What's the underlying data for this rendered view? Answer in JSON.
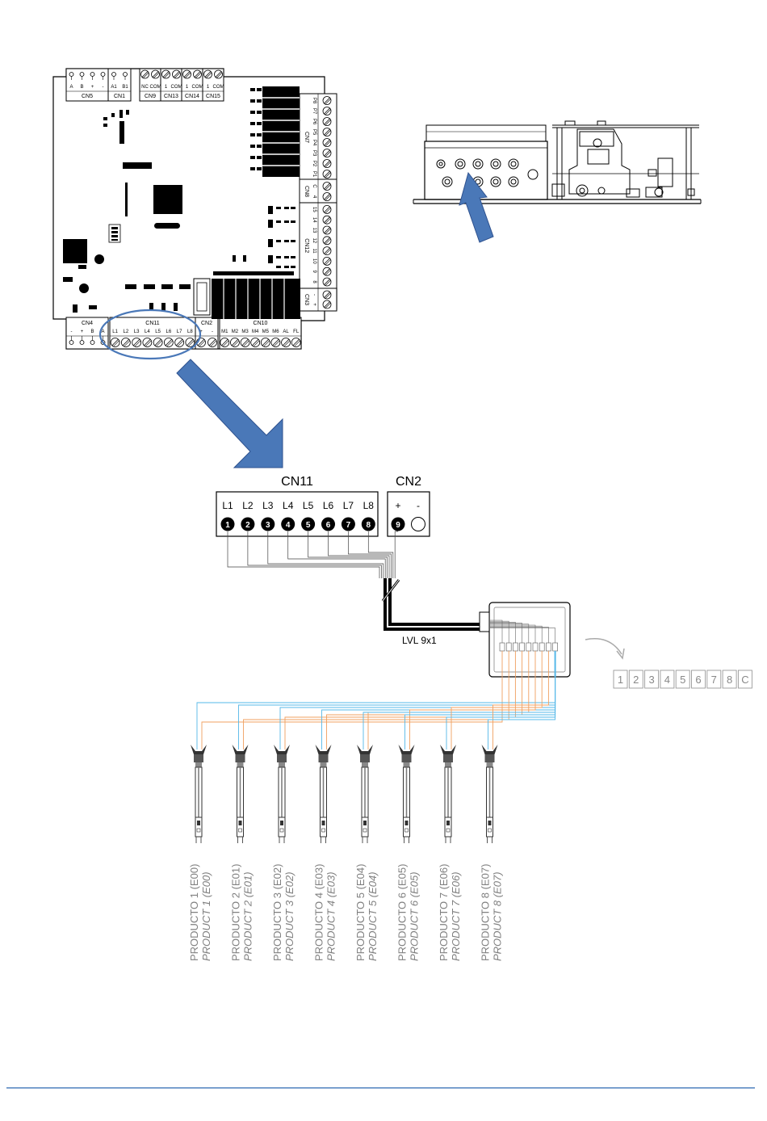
{
  "board": {
    "top_connectors": [
      {
        "name": "CN5",
        "pins": [
          "A",
          "B",
          "+",
          "-"
        ]
      },
      {
        "name": "CN1",
        "pins": [
          "A1",
          "B1"
        ]
      },
      {
        "name": "CN9",
        "pins": [
          "NC",
          "COM"
        ]
      },
      {
        "name": "CN13",
        "pins": [
          "1",
          "COM"
        ]
      },
      {
        "name": "CN14",
        "pins": [
          "1",
          "COM"
        ]
      },
      {
        "name": "CN15",
        "pins": [
          "1",
          "COM"
        ]
      }
    ],
    "right_connectors": [
      {
        "name": "CN7",
        "pins": [
          "P8",
          "P7",
          "P6",
          "P5",
          "P4",
          "P3",
          "P2",
          "P1"
        ]
      },
      {
        "name": "CN8",
        "pins": [
          "C",
          "4"
        ]
      },
      {
        "name": "CN12",
        "pins": [
          "15",
          "14",
          "13",
          "12",
          "11",
          "10",
          "9",
          "8"
        ]
      },
      {
        "name": "CN3",
        "pins": [
          "-",
          "+"
        ]
      }
    ],
    "bottom_connectors": [
      {
        "name": "CN4",
        "pins": [
          "-",
          "+",
          "B",
          "A"
        ]
      },
      {
        "name": "CN11",
        "pins": [
          "L1",
          "L2",
          "L3",
          "L4",
          "L5",
          "L6",
          "L7",
          "L8"
        ]
      },
      {
        "name": "CN2",
        "pins": [
          "+",
          "-"
        ]
      },
      {
        "name": "CN10",
        "pins": [
          "M1",
          "M2",
          "M3",
          "M4",
          "M5",
          "M6",
          "AL",
          "FL"
        ]
      }
    ]
  },
  "detail": {
    "cn11_title": "CN11",
    "cn2_title": "CN2",
    "cn11_pins": [
      {
        "label": "L1",
        "num": "1"
      },
      {
        "label": "L2",
        "num": "2"
      },
      {
        "label": "L3",
        "num": "3"
      },
      {
        "label": "L4",
        "num": "4"
      },
      {
        "label": "L5",
        "num": "5"
      },
      {
        "label": "L6",
        "num": "6"
      },
      {
        "label": "L7",
        "num": "7"
      },
      {
        "label": "L8",
        "num": "8"
      }
    ],
    "cn2_pins": [
      {
        "label": "+",
        "num": "9"
      },
      {
        "label": "-",
        "num": ""
      }
    ],
    "cable_label": "LVL 9x1"
  },
  "terminal_strip": [
    "1",
    "2",
    "3",
    "4",
    "5",
    "6",
    "7",
    "8",
    "C"
  ],
  "probes": [
    {
      "es": "PRODUCTO 1 (E00)",
      "en": "PRODUCT 1 (E00)"
    },
    {
      "es": "PRODUCTO 2 (E01)",
      "en": "PRODUCT 2 (E01)"
    },
    {
      "es": "PRODUCTO 3 (E02)",
      "en": "PRODUCT 3 (E02)"
    },
    {
      "es": "PRODUCTO 4 (E03)",
      "en": "PRODUCT 4 (E03)"
    },
    {
      "es": "PRODUCTO 5 (E04)",
      "en": "PRODUCT 5 (E04)"
    },
    {
      "es": "PRODUCTO 6 (E05)",
      "en": "PRODUCT 6 (E05)"
    },
    {
      "es": "PRODUCTO 7 (E06)",
      "en": "PRODUCT 7 (E06)"
    },
    {
      "es": "PRODUCTO 8 (E07)",
      "en": "PRODUCT 8 (E07)"
    }
  ],
  "colors": {
    "arrow_fill": "#4a78b8",
    "arrow_stroke": "#2f528f",
    "highlight_ellipse": "#4a78b8",
    "wire_orange": "#f0a060",
    "wire_blue": "#55b8e8",
    "footer_rule": "#4f81bd"
  }
}
